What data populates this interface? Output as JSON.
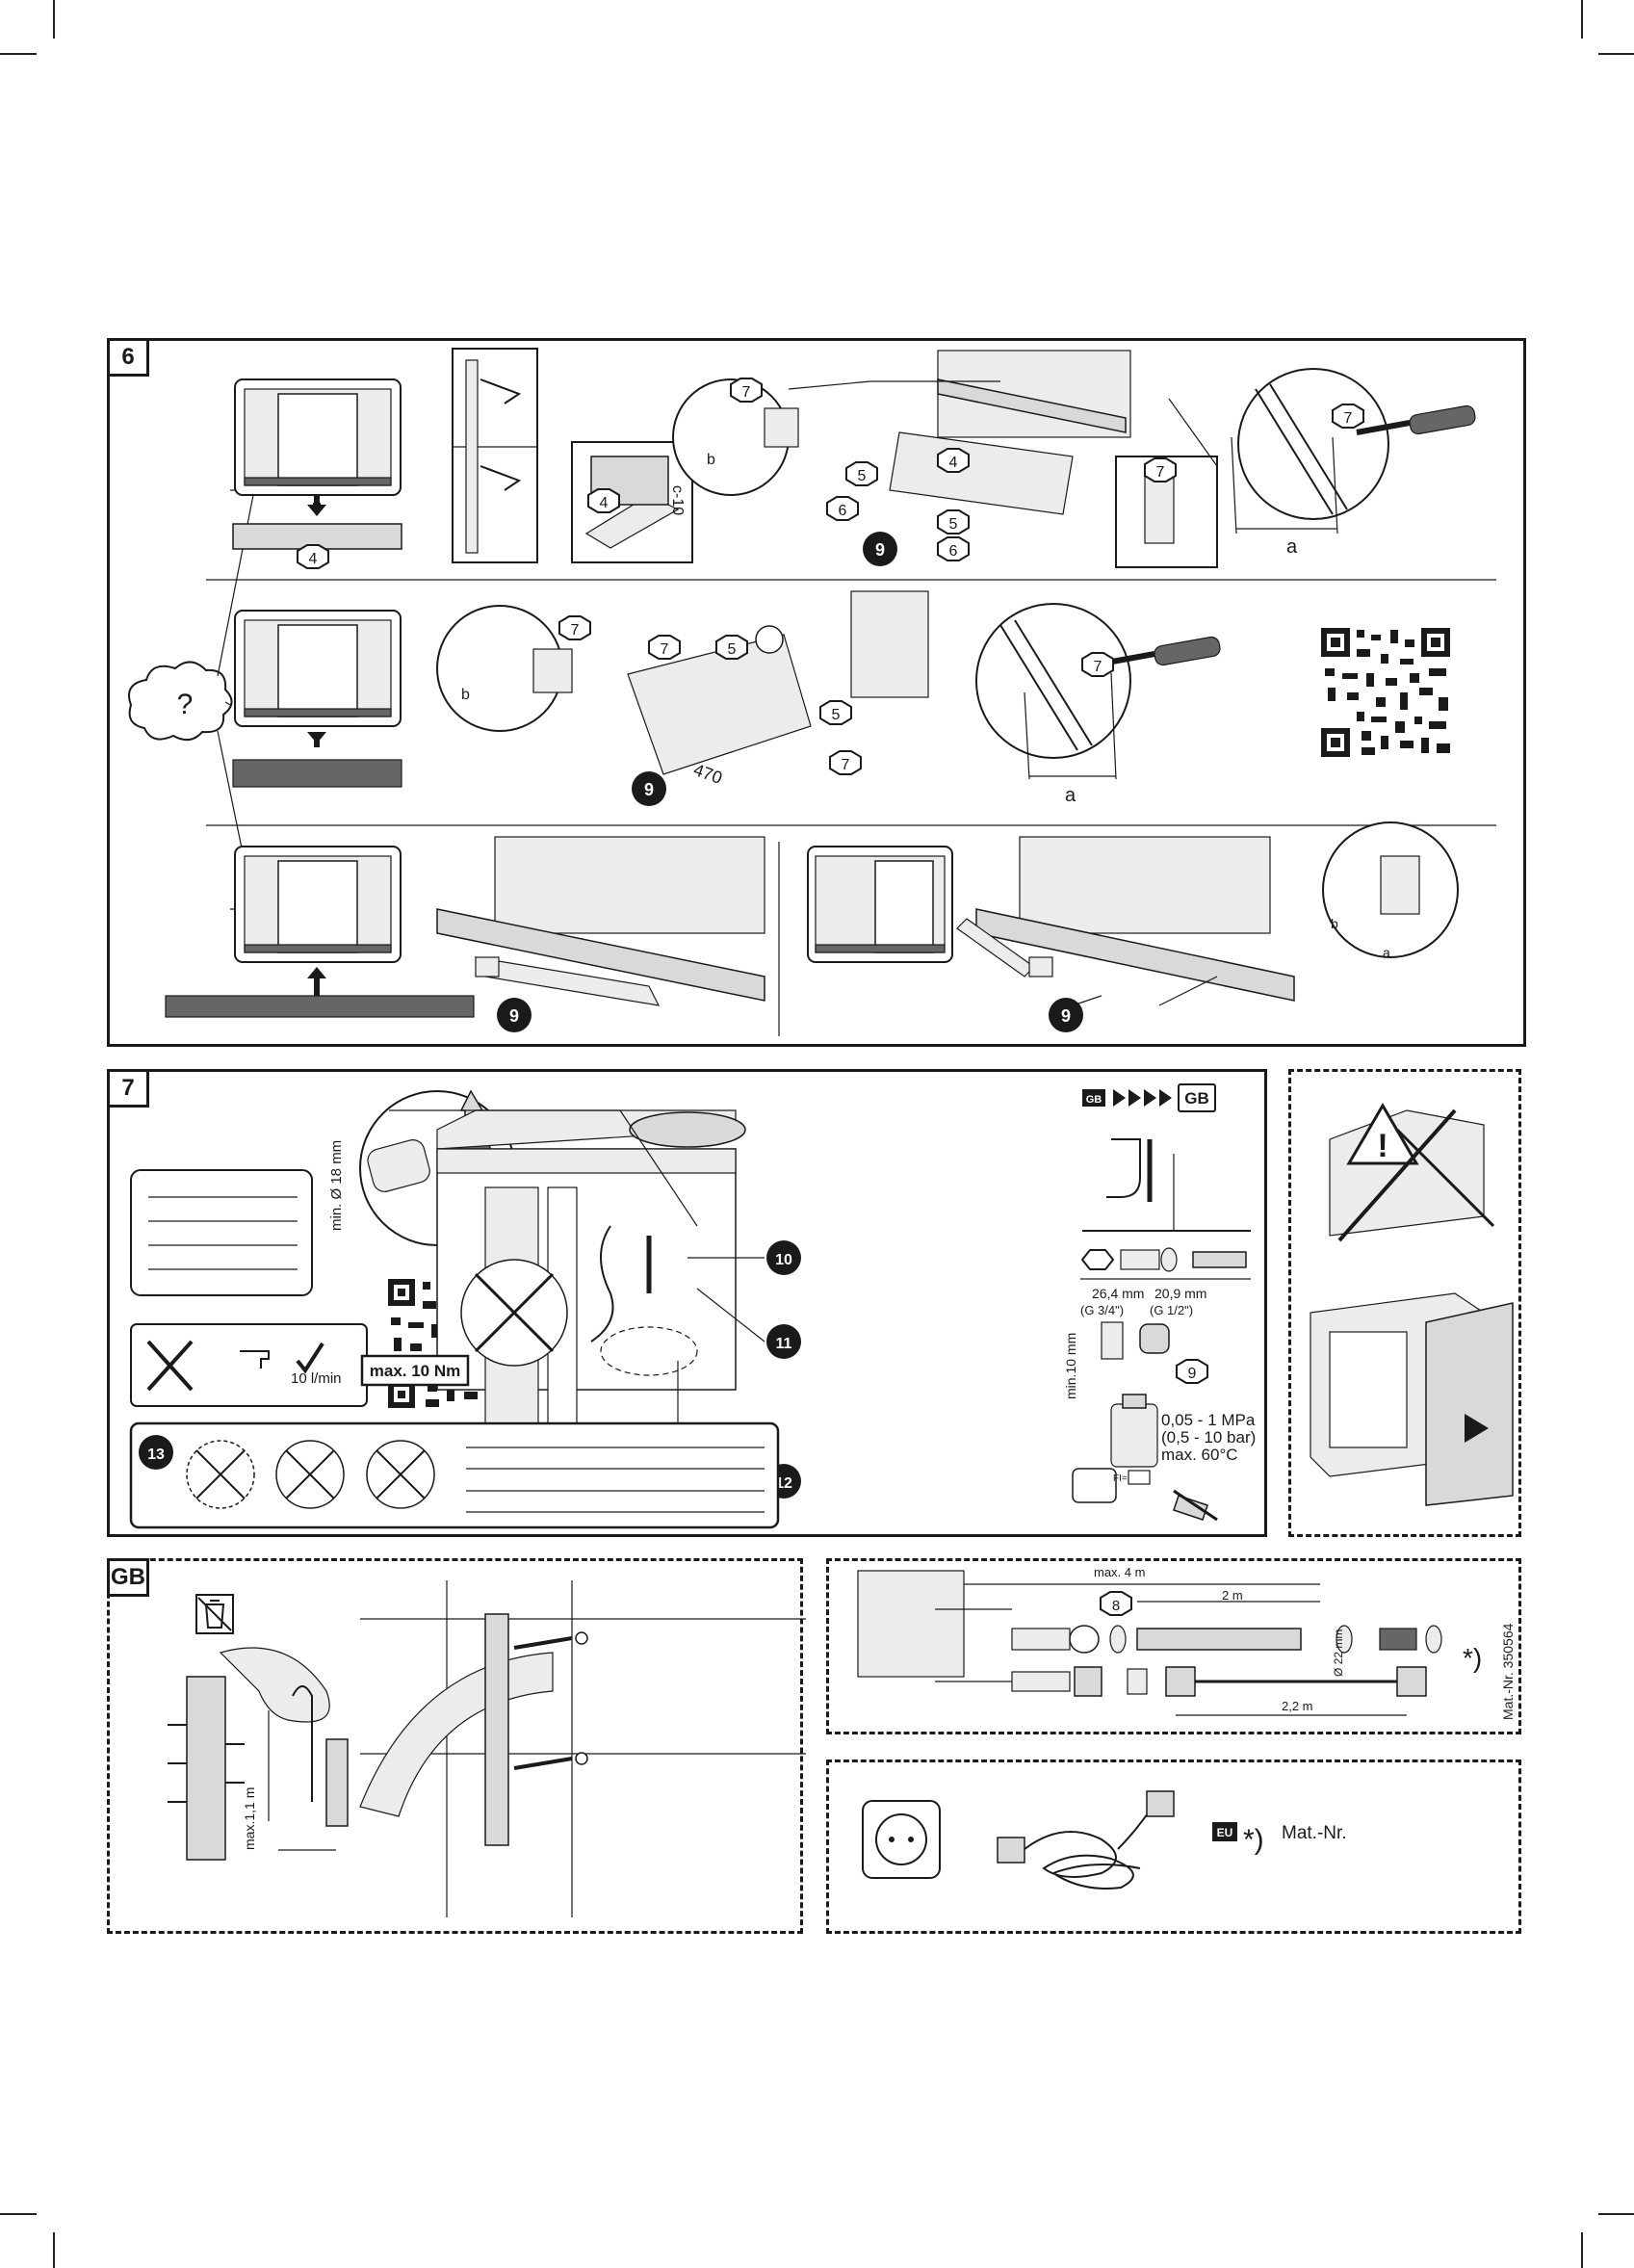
{
  "steps": {
    "step6": "6",
    "step7": "7",
    "gb_box": "GB"
  },
  "step6": {
    "help_symbol": "?",
    "callouts": {
      "c4": "4",
      "c5": "5",
      "c6": "6",
      "c7": "7",
      "c9": "9"
    },
    "dim_c10": "c-10",
    "dim_a": "a",
    "dim_b": "b",
    "dim_470": "470"
  },
  "step7": {
    "hose_diameter": "min. Ø 18 mm",
    "water_rate": "10 l/min",
    "torque": "max. 10 Nm",
    "gb_badge_small": "GB",
    "gb_badge_large": "GB",
    "callouts": {
      "c9": "9",
      "c10": "10",
      "c11": "11",
      "c12": "12",
      "c13": "13"
    },
    "thread_large": "26,4 mm",
    "thread_large_g": "(G 3/4\")",
    "thread_small": "20,9 mm",
    "thread_small_g": "(G 1/2\")",
    "min_height": "min.10 mm",
    "pressure_mpa": "0,05 - 1 MPa",
    "pressure_bar": "(0,5 - 10 bar)",
    "max_temp": "max. 60°C",
    "fi_label": "FI="
  },
  "gb_section": {
    "max_height": "max.1,1 m"
  },
  "hose_section": {
    "max_length": "max. 4 m",
    "length_2m": "2 m",
    "length_22m": "2,2 m",
    "diameter": "Ø 22 mm",
    "callout": "8",
    "asterisk": "*)",
    "mat_nr": "Mat.-Nr. 350564"
  },
  "power_section": {
    "eu_badge": "EU",
    "asterisk": "*)",
    "mat_nr": "Mat.-Nr."
  }
}
